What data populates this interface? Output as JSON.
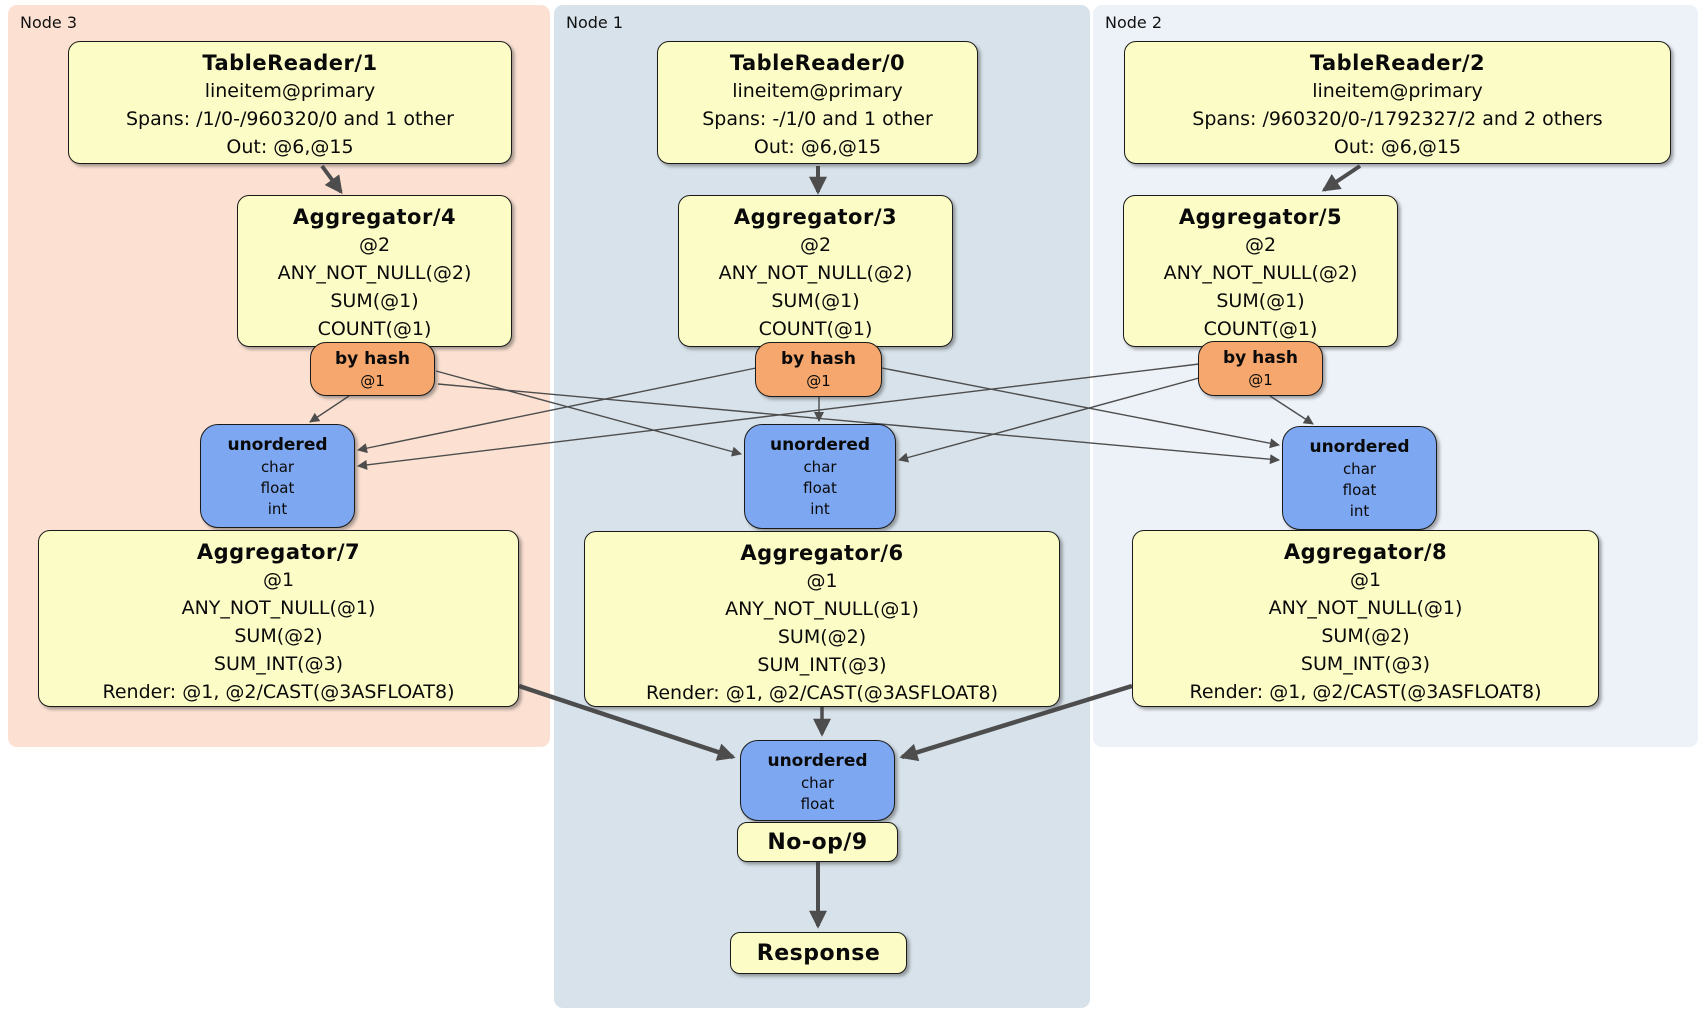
{
  "diagram": {
    "panels": {
      "node3": {
        "label": "Node 3"
      },
      "node1": {
        "label": "Node 1"
      },
      "node2": {
        "label": "Node 2"
      }
    },
    "processors": {
      "tablereader1": {
        "title": "TableReader/1",
        "lines": [
          "lineitem@primary",
          "Spans: /1/0-/960320/0 and 1 other",
          "Out: @6,@15"
        ]
      },
      "tablereader0": {
        "title": "TableReader/0",
        "lines": [
          "lineitem@primary",
          "Spans: -/1/0 and 1 other",
          "Out: @6,@15"
        ]
      },
      "tablereader2": {
        "title": "TableReader/2",
        "lines": [
          "lineitem@primary",
          "Spans: /960320/0-/1792327/2 and 2 others",
          "Out: @6,@15"
        ]
      },
      "aggregator4": {
        "title": "Aggregator/4",
        "lines": [
          "@2",
          "ANY_NOT_NULL(@2)",
          "SUM(@1)",
          "COUNT(@1)"
        ]
      },
      "aggregator3": {
        "title": "Aggregator/3",
        "lines": [
          "@2",
          "ANY_NOT_NULL(@2)",
          "SUM(@1)",
          "COUNT(@1)"
        ]
      },
      "aggregator5": {
        "title": "Aggregator/5",
        "lines": [
          "@2",
          "ANY_NOT_NULL(@2)",
          "SUM(@1)",
          "COUNT(@1)"
        ]
      },
      "aggregator7": {
        "title": "Aggregator/7",
        "lines": [
          "@1",
          "ANY_NOT_NULL(@1)",
          "SUM(@2)",
          "SUM_INT(@3)",
          "Render: @1, @2/CAST(@3ASFLOAT8)"
        ]
      },
      "aggregator6": {
        "title": "Aggregator/6",
        "lines": [
          "@1",
          "ANY_NOT_NULL(@1)",
          "SUM(@2)",
          "SUM_INT(@3)",
          "Render: @1, @2/CAST(@3ASFLOAT8)"
        ]
      },
      "aggregator8": {
        "title": "Aggregator/8",
        "lines": [
          "@1",
          "ANY_NOT_NULL(@1)",
          "SUM(@2)",
          "SUM_INT(@3)",
          "Render: @1, @2/CAST(@3ASFLOAT8)"
        ]
      },
      "noop9": {
        "title": "No-op/9"
      },
      "response": {
        "title": "Response"
      }
    },
    "routers": {
      "byhash_left": {
        "title": "by hash",
        "lines": [
          "@1"
        ]
      },
      "byhash_mid": {
        "title": "by hash",
        "lines": [
          "@1"
        ]
      },
      "byhash_right": {
        "title": "by hash",
        "lines": [
          "@1"
        ]
      }
    },
    "syncs": {
      "unordered_left": {
        "title": "unordered",
        "lines": [
          "char",
          "float",
          "int"
        ]
      },
      "unordered_mid": {
        "title": "unordered",
        "lines": [
          "char",
          "float",
          "int"
        ]
      },
      "unordered_right": {
        "title": "unordered",
        "lines": [
          "char",
          "float",
          "int"
        ]
      },
      "unordered_final": {
        "title": "unordered",
        "lines": [
          "char",
          "float"
        ]
      }
    }
  },
  "colors": {
    "panel_node3": "#fce1d2",
    "panel_node1": "#d7e2ea",
    "panel_node2": "#edf2f9",
    "processor_fill": "#fcfcc7",
    "router_fill": "#f5a76d",
    "sync_fill": "#7da7f0",
    "edge": "#4d4d4d"
  }
}
